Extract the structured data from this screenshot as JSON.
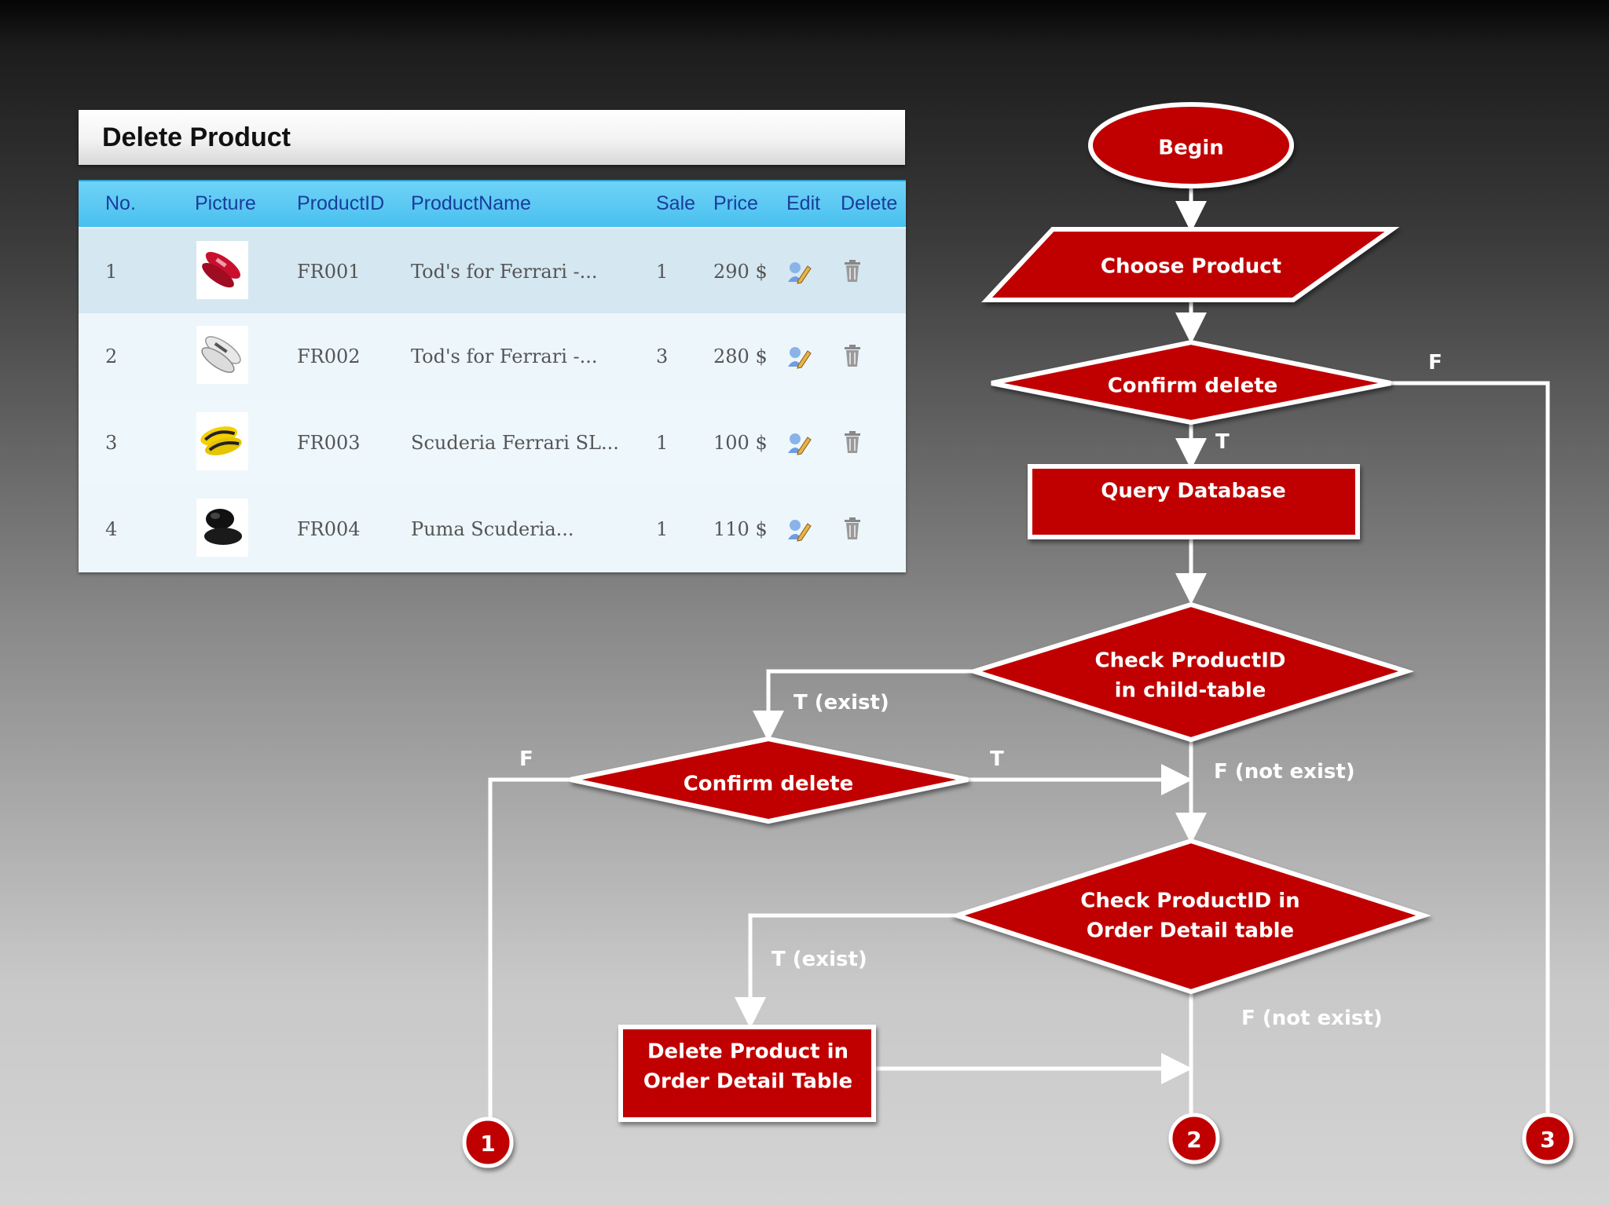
{
  "panel": {
    "title": "Delete Product"
  },
  "table": {
    "headers": [
      "No.",
      "Picture",
      "ProductID",
      "ProductName",
      "Sale",
      "Price",
      "Edit",
      "Delete"
    ],
    "rows": [
      {
        "no": "1",
        "picture": "red-shoe",
        "product_id": "FR001",
        "product_name": "Tod's for Ferrari -...",
        "sale": "1",
        "price": "290 $"
      },
      {
        "no": "2",
        "picture": "white-shoe",
        "product_id": "FR002",
        "product_name": "Tod's for Ferrari -...",
        "sale": "3",
        "price": "280 $"
      },
      {
        "no": "3",
        "picture": "yellow-shoe",
        "product_id": "FR003",
        "product_name": "Scuderia Ferrari SL...",
        "sale": "1",
        "price": "100 $"
      },
      {
        "no": "4",
        "picture": "black-shoe",
        "product_id": "FR004",
        "product_name": "Puma Scuderia...",
        "sale": "1",
        "price": "110 $"
      }
    ]
  },
  "flowchart": {
    "begin": "Begin",
    "choose_product": "Choose Product",
    "confirm_delete_1": "Confirm delete",
    "query_database": "Query Database",
    "check_child": [
      "Check ProductID",
      "in child-table"
    ],
    "confirm_delete_2": "Confirm delete",
    "check_order_detail": [
      "Check ProductID in",
      "Order Detail table"
    ],
    "delete_order_detail": [
      "Delete Product in",
      "Order Detail Table"
    ],
    "labels": {
      "f_top": "F",
      "t_query": "T",
      "t_exist_1": "T (exist)",
      "f_left": "F",
      "t_mid": "T",
      "f_not_exist_1": "F (not exist)",
      "t_exist_2": "T (exist)",
      "f_not_exist_2": "F (not exist)"
    },
    "connectors": [
      "1",
      "2",
      "3"
    ]
  },
  "colors": {
    "node_fill": "#c00000",
    "node_stroke": "#ffffff",
    "header_bg": "#4fc3f0",
    "header_text": "#1a3d9a"
  }
}
